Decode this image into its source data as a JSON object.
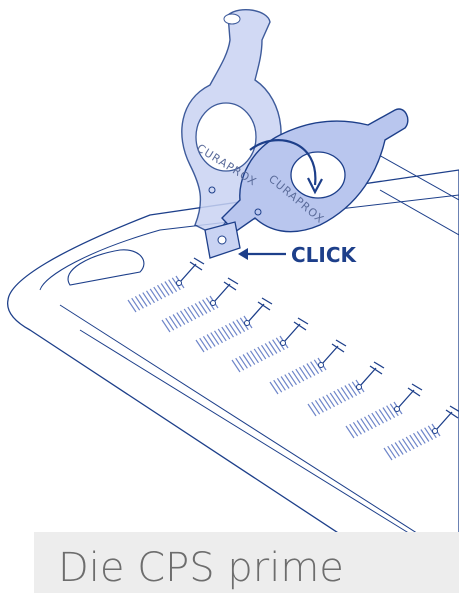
{
  "illustration": {
    "click_label": "CLICK",
    "brand_text_left": "CURAPROX",
    "brand_text_right": "CURAPROX"
  },
  "caption": {
    "text": "Die CPS prime"
  },
  "colors": {
    "outline": "#1d3f8a",
    "handle_fill": "#b9c6ee",
    "handle_fill_front": "#c9d3f3",
    "bristle": "#6f86c9",
    "tray_fill": "#ffffff",
    "caption_bg": "#ededed",
    "caption_text": "#6d6d6d"
  }
}
